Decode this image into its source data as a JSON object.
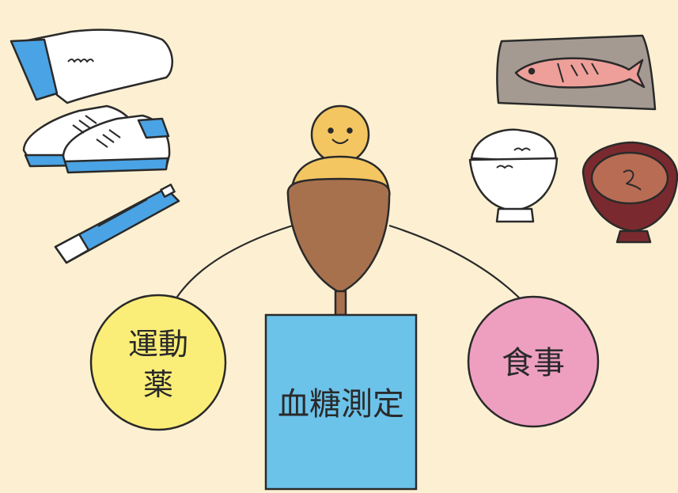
{
  "nodes": {
    "exercise_medicine": {
      "label": "運動\n薬",
      "color": "#fbee78"
    },
    "blood_glucose": {
      "label": "血糖測定",
      "color": "#6cc3ea"
    },
    "meal": {
      "label": "食事",
      "color": "#ee9fc0"
    }
  },
  "colors": {
    "background": "#fdf0d2",
    "scale_body": "#a8714e",
    "scale_head": "#f4c662",
    "fish_plate": "#a59a92",
    "miso_bowl": "#7a2a2e",
    "shoe_blue": "#4aa3e4",
    "outline": "#2a2a2a"
  },
  "icons": [
    "towel-icon",
    "sneakers-icon",
    "pedometer-icon",
    "grilled-fish-icon",
    "rice-bowl-icon",
    "miso-soup-icon",
    "scale-figure-icon"
  ]
}
